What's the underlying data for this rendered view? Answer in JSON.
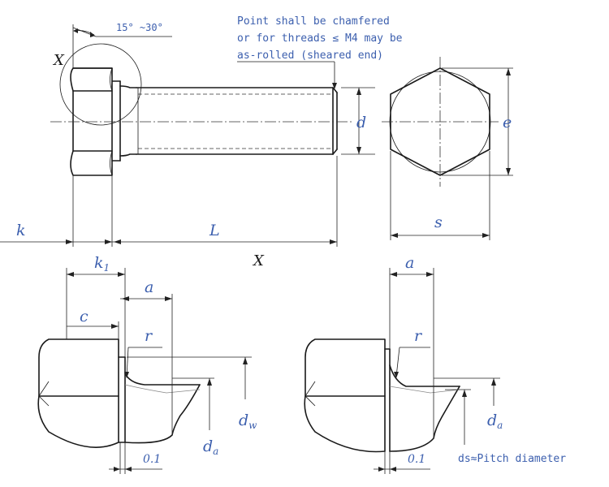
{
  "labels": {
    "angle": "15° ~30°",
    "detail_marker": "X",
    "d": "d",
    "e": "e",
    "s": "s",
    "k": "k",
    "L": "L",
    "section_marker": "X",
    "k1_main": "k",
    "k1_sub": "1",
    "c": "c",
    "a_left": "a",
    "r_left": "r",
    "dw_main": "d",
    "dw_sub": "w",
    "da_left_main": "d",
    "da_left_sub": "a",
    "tol_left": "0.1",
    "a_right": "a",
    "r_right": "r",
    "da_right_main": "d",
    "da_right_sub": "a",
    "tol_right": "0.1",
    "pitch_note": "ds≈Pitch diameter"
  },
  "note": {
    "line1": "Point shall be chamfered",
    "line2": "or for threads ≤ M4 may be",
    "line3": "as-rolled (sheared end)"
  },
  "colors": {
    "label_blue": "#3c5fae",
    "line": "#1a1a1a"
  }
}
